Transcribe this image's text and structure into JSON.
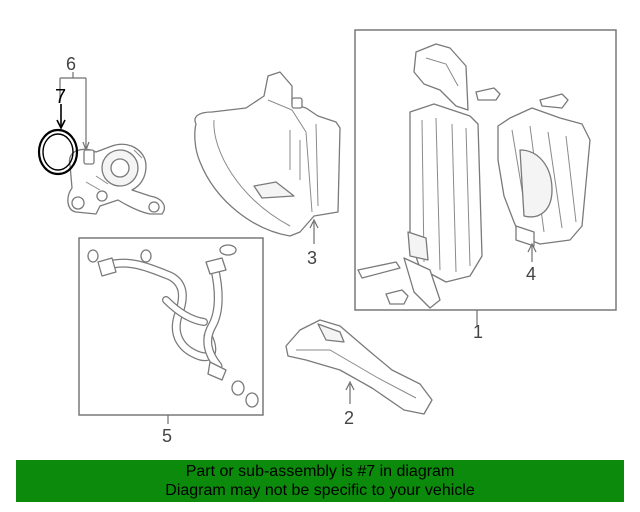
{
  "callouts": {
    "c1": "1",
    "c2": "2",
    "c3": "3",
    "c4": "4",
    "c5": "5",
    "c6": "6",
    "c7": "7"
  },
  "banner": {
    "line1": "Part or sub-assembly is #7 in diagram",
    "line2": "Diagram may not be specific to your vehicle"
  },
  "colors": {
    "banner_bg": "#0b8a0b",
    "highlight_part": "#000000"
  }
}
